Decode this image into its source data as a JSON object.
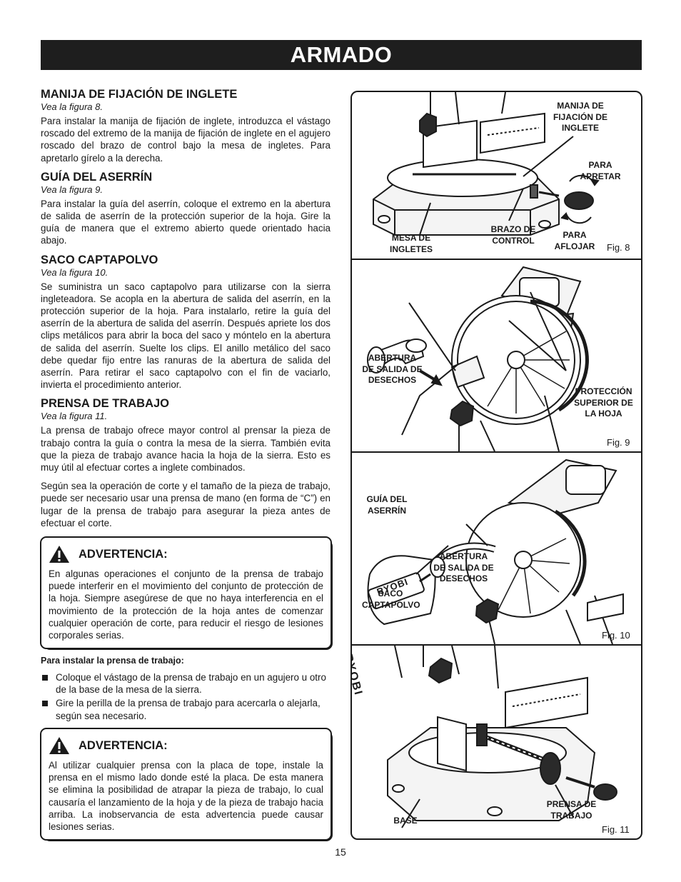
{
  "header": {
    "title": "ARMADO"
  },
  "sections": {
    "miter_lock": {
      "heading": "MANIJA DE FIJACIÓN DE INGLETE",
      "ref": "Vea la figura 8.",
      "text": "Para instalar la manija de fijación de inglete, introduzca el vástago roscado del extremo de la manija de fijación de inglete en el agujero roscado del brazo de control bajo la mesa de ingletes. Para apretarlo gírelo a la derecha."
    },
    "dust_guide": {
      "heading": "GUÍA DEL ASERRÍN",
      "ref": "Vea la figura 9.",
      "text": "Para instalar la guía del aserrín, coloque el extremo en la abertura de salida de aserrín de la protección superior de la hoja. Gire la guía de manera que el extremo abierto quede orientado hacia abajo."
    },
    "dust_bag": {
      "heading": "SACO CAPTAPOLVO",
      "ref": "Vea la figura 10.",
      "text": "Se suministra un saco captapolvo para utilizarse con la sierra ingleteadora. Se acopla en la abertura de salida del aserrín, en la protección superior de la hoja. Para instalarlo, retire la guía del aserrín de la abertura de salida del aserrín. Después apriete los dos clips metálicos para abrir la boca del saco y móntelo en la abertura de salida del aserrín. Suelte los clips. El anillo metálico del saco debe quedar fijo entre las ranuras de la abertura de salida del aserrín. Para retirar el saco captapolvo con el fin de vaciarlo, invierta el procedimiento anterior."
    },
    "work_clamp": {
      "heading": "PRENSA DE TRABAJO",
      "ref": "Vea la figura 11.",
      "text1": "La prensa de trabajo ofrece mayor control al prensar la pieza de trabajo contra la guía o contra la mesa de la sierra. También evita que la pieza de trabajo avance hacia la hoja de la sierra. Esto es muy útil al efectuar cortes a inglete combinados.",
      "text2": "Según sea la operación de corte y el tamaño de la pieza de trabajo, puede ser necesario usar una prensa de mano (en forma de “C”) en lugar de la prensa de trabajo para asegurar la pieza antes de efectuar el corte."
    }
  },
  "warning1": {
    "title": "ADVERTENCIA:",
    "text": "En algunas operaciones el conjunto de la prensa de trabajo puede interferir en el movimiento del conjunto de protección de la hoja. Siempre asegúrese de que no haya interferencia en el movimiento de la protección de la hoja antes de comenzar cualquier operación de corte, para reducir el riesgo de lesiones corporales serias."
  },
  "install_clamp": {
    "heading": "Para instalar la prensa de trabajo:",
    "steps": [
      "Coloque el vástago de la prensa de trabajo en un agujero u otro de la base de la mesa de la sierra.",
      "Gire la perilla de la prensa de trabajo para acercarla o alejarla, según sea necesario."
    ]
  },
  "warning2": {
    "title": "ADVERTENCIA:",
    "text": "Al utilizar cualquier prensa con la placa de tope, instale la prensa en el mismo lado donde esté la placa. De esta manera se elimina la posibilidad de atrapar la pieza de trabajo, lo cual causaría el lanzamiento de la hoja y de la pieza de trabajo hacia arriba. La inobservancia de esta advertencia puede causar lesiones serias."
  },
  "figures": {
    "fig8": {
      "number": "Fig. 8",
      "labels": {
        "miter_lock_handle": "MANIJA DE\nFIJACIÓN DE\nINGLETE",
        "tighten": "PARA\nAPRETAR",
        "loosen": "PARA\nAFLOJAR",
        "miter_table": "MESA DE\nINGLETES",
        "control_arm": "BRAZO DE\nCONTROL"
      }
    },
    "fig9": {
      "number": "Fig. 9",
      "labels": {
        "exhaust_port": "ABERTURA\nDE SALIDA DE\nDESECHOS",
        "upper_guard": "PROTECCIÓN\nSUPERIOR DE\nLA HOJA",
        "dust_guide": "GUÍA DEL\nASERRÍN"
      }
    },
    "fig10": {
      "number": "Fig. 10",
      "labels": {
        "exhaust_port": "ABERTURA\nDE SALIDA DE\nDESECHOS",
        "dust_bag": "SACO\nCAPTAPOLVO"
      },
      "bag_logo": "RYOBI"
    },
    "fig11": {
      "number": "Fig. 11",
      "labels": {
        "base": "BASE",
        "work_clamp": "PRENSA DE\nTRABAJO"
      },
      "logo": "RYOBI"
    }
  },
  "footer": {
    "page_number": "15"
  }
}
